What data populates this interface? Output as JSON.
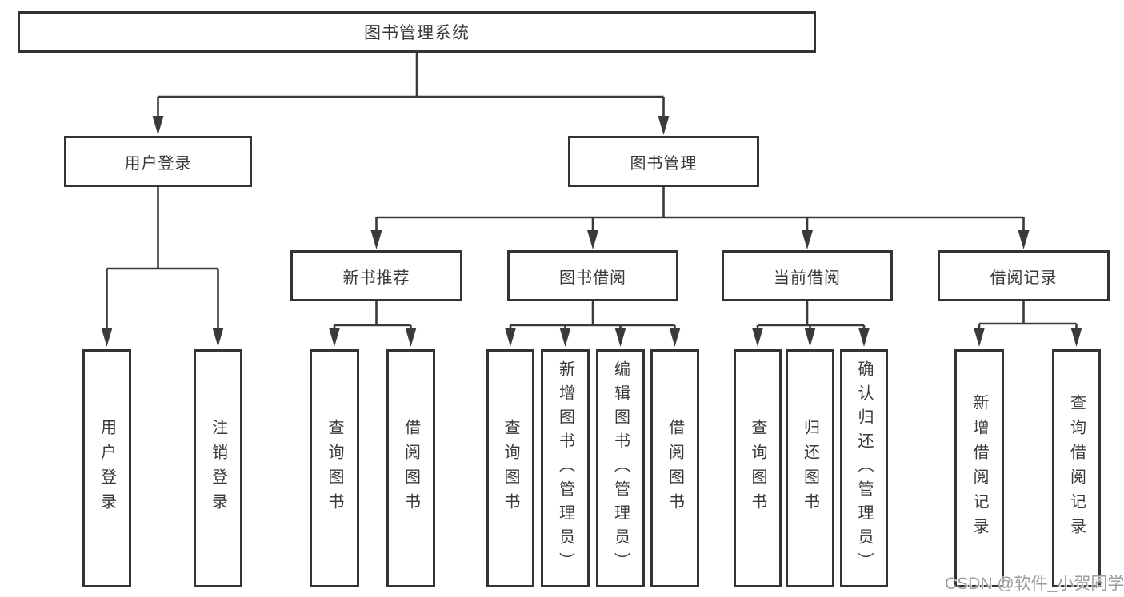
{
  "title": "图书管理系统",
  "colors": {
    "line": "#3a3a3a",
    "box_border": "#343434",
    "text": "#3a3a3a",
    "background": "#ffffff",
    "watermark": "#949499"
  },
  "chart_data": {
    "type": "hierarchy-diagram",
    "root": {
      "label": "图书管理系统"
    },
    "level2": [
      {
        "label": "用户登录",
        "parent": "图书管理系统"
      },
      {
        "label": "图书管理",
        "parent": "图书管理系统"
      }
    ],
    "level3": [
      {
        "label": "新书推荐",
        "parent": "图书管理"
      },
      {
        "label": "图书借阅",
        "parent": "图书管理"
      },
      {
        "label": "当前借阅",
        "parent": "图书管理"
      },
      {
        "label": "借阅记录",
        "parent": "图书管理"
      }
    ],
    "leaves": [
      {
        "label": "用户登录",
        "parent": "用户登录"
      },
      {
        "label": "注销登录",
        "parent": "用户登录"
      },
      {
        "label": "查询图书",
        "parent": "新书推荐"
      },
      {
        "label": "借阅图书",
        "parent": "新书推荐"
      },
      {
        "label": "查询图书",
        "parent": "图书借阅"
      },
      {
        "label": "新增图书（管理员）",
        "parent": "图书借阅"
      },
      {
        "label": "编辑图书（管理员）",
        "parent": "图书借阅"
      },
      {
        "label": "借阅图书",
        "parent": "图书借阅"
      },
      {
        "label": "查询图书",
        "parent": "当前借阅"
      },
      {
        "label": "归还图书",
        "parent": "当前借阅"
      },
      {
        "label": "确认归还（管理员）",
        "parent": "当前借阅"
      },
      {
        "label": "新增借阅记录",
        "parent": "借阅记录"
      },
      {
        "label": "查询借阅记录",
        "parent": "借阅记录"
      }
    ]
  },
  "watermark": "CSDN @软件_小贺同学"
}
